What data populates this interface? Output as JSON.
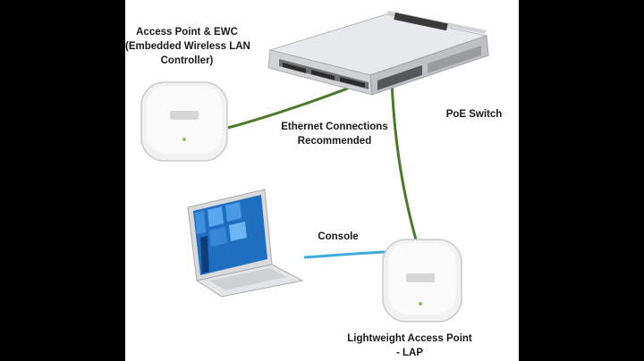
{
  "labels": {
    "ewc_line1": "Access Point & EWC",
    "ewc_line2": "(Embedded Wireless LAN",
    "ewc_line3": "Controller)",
    "switch": "PoE Switch",
    "ethernet_line1": "Ethernet Connections",
    "ethernet_line2": "Recommended",
    "console": "Console",
    "lap_line1": "Lightweight Access Point",
    "lap_line2": "- LAP"
  },
  "colors": {
    "background": "#000000",
    "canvas": "#ffffff",
    "ethernet_cable": "#4a7a2a",
    "console_cable": "#3fa9e0",
    "access_point": "#f2f2f2",
    "switch_body": "#d9dadc"
  },
  "icons": [
    "poe-switch-icon",
    "access-point-icon",
    "laptop-icon"
  ]
}
